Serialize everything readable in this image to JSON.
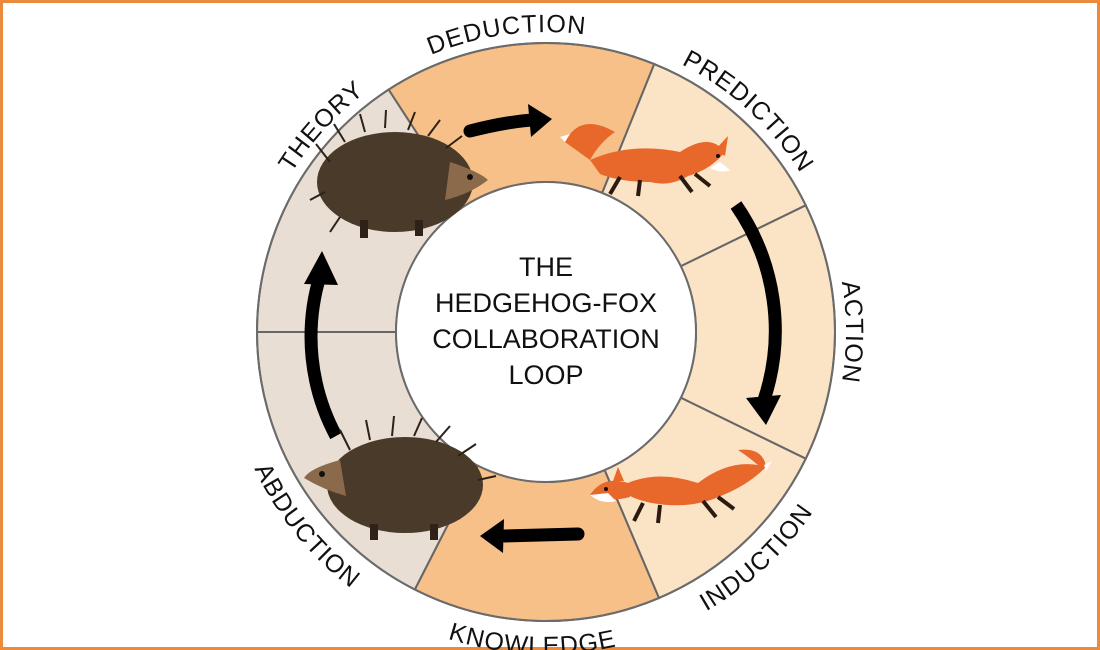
{
  "center_title": [
    "THE",
    "HEDGEHOG-FOX",
    "COLLABORATION",
    "LOOP"
  ],
  "stage_labels": [
    "DEDUCTION",
    "PREDICTION",
    "ACTION",
    "INDUCTION",
    "KNOWLEDGE",
    "ABDUCTION",
    "THEORY"
  ],
  "colors": {
    "frame_border": "#ea8a3c",
    "segment_orange": "#f6c088",
    "segment_light_peach": "#fbe3c5",
    "segment_grey": "#e9ded3",
    "segment_divider": "#666666",
    "center_fill": "#ffffff",
    "arrow": "#000000",
    "fox_orange": "#e8672a",
    "hedgehog_brown": "#4a3a2a"
  },
  "icons": [
    "hedgehog-icon",
    "fox-icon",
    "arrow-icon"
  ]
}
